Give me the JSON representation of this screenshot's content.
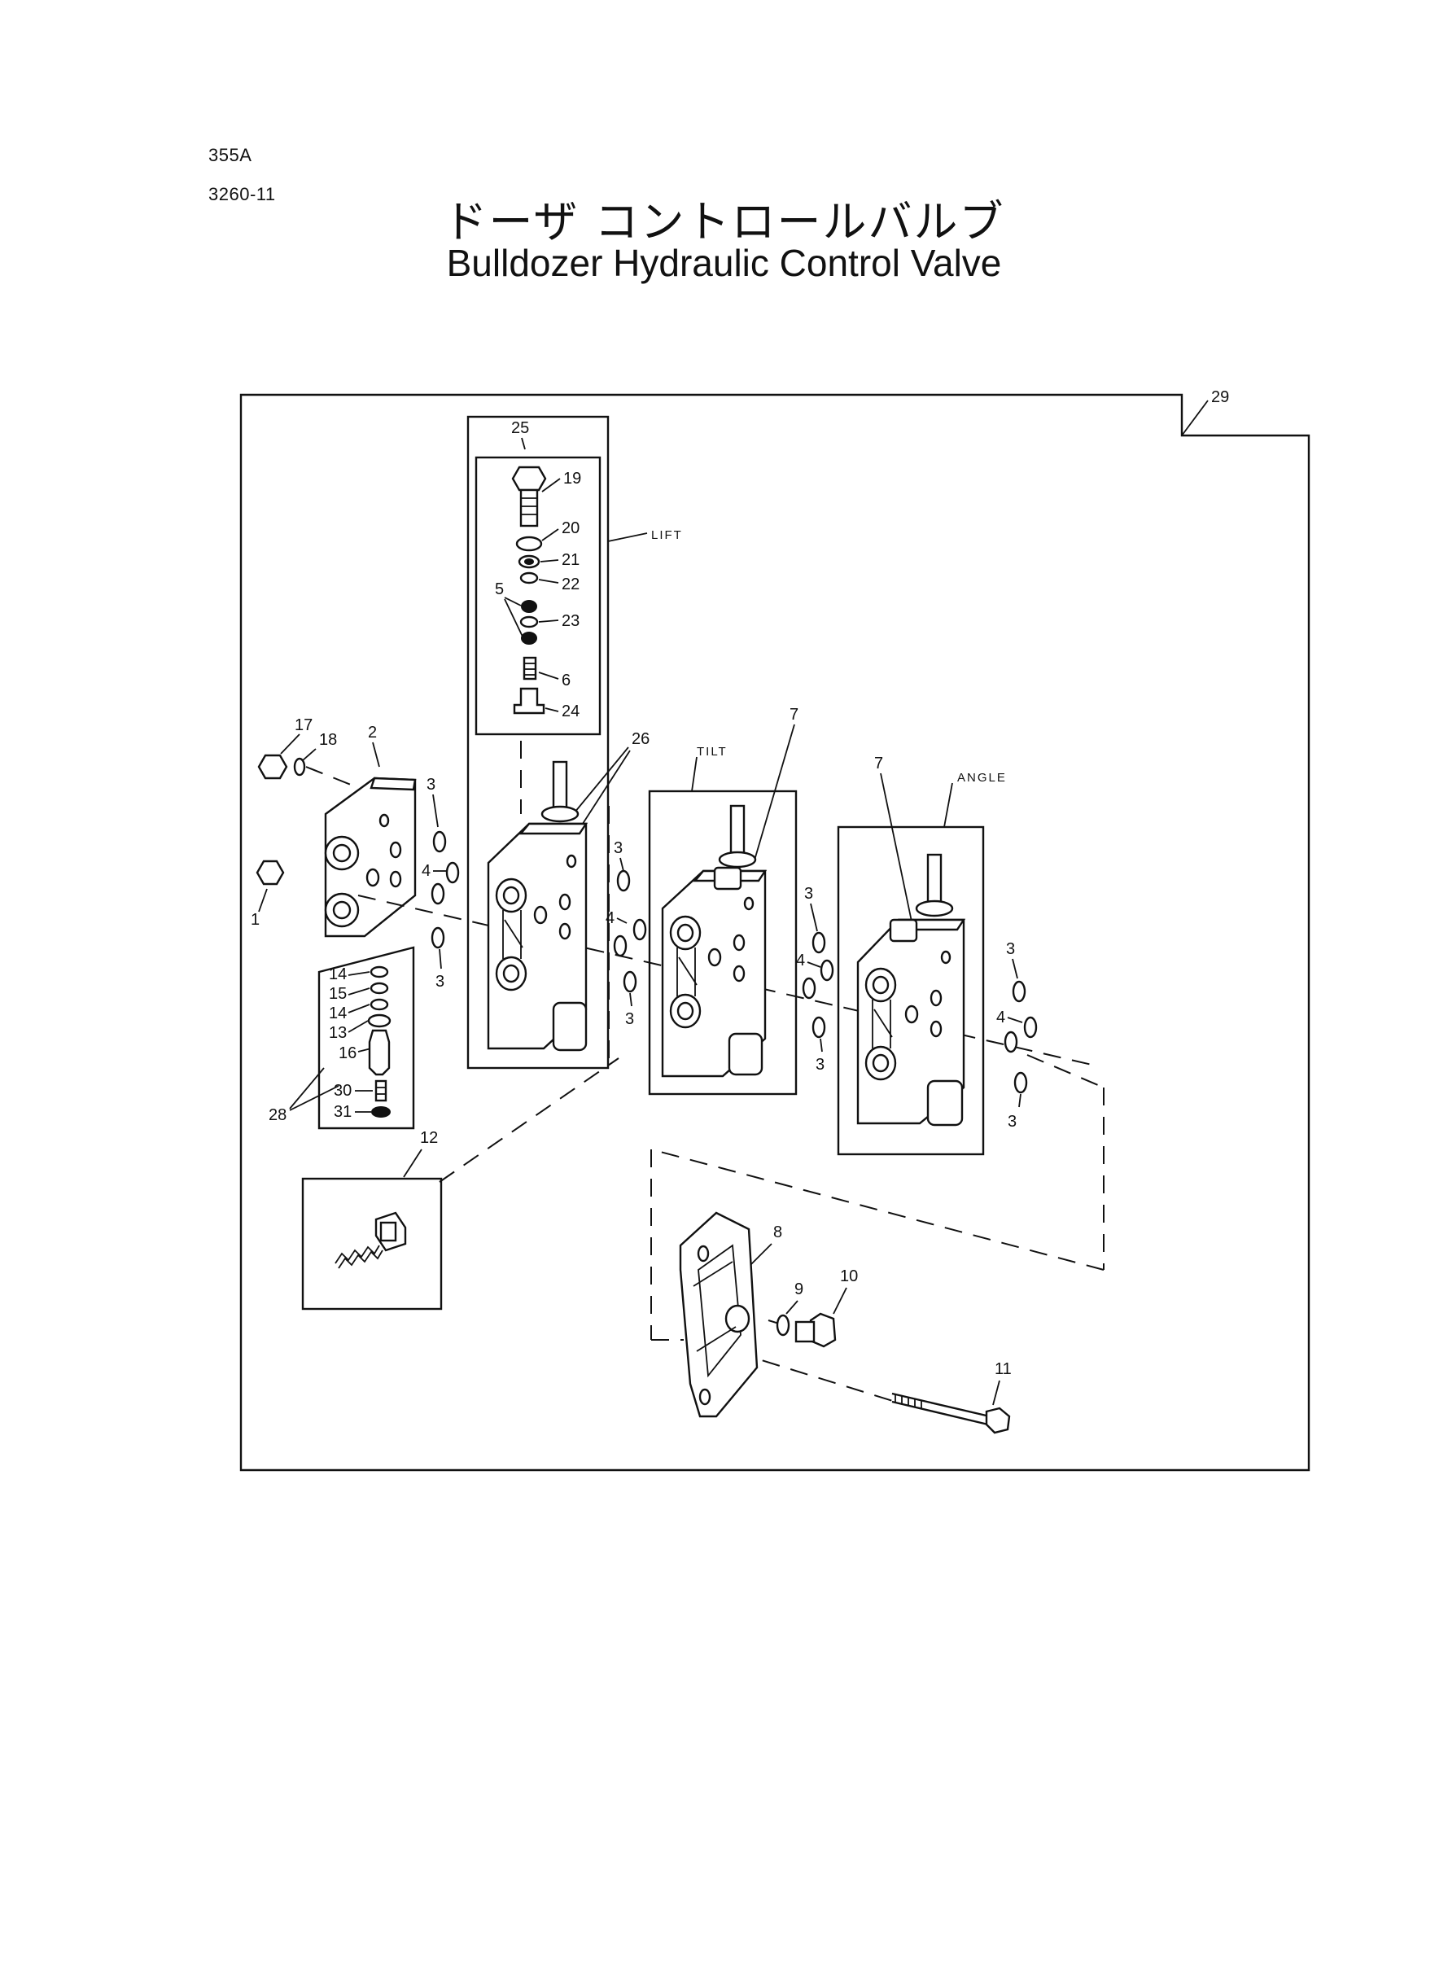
{
  "header": {
    "model": "355A",
    "section_code": "3260-11",
    "title_jp": "ドーザ コントロールバルブ",
    "title_en": "Bulldozer Hydraulic Control Valve"
  },
  "groups": {
    "lift": "LIFT",
    "tilt": "TILT",
    "angle": "ANGLE"
  },
  "callouts": {
    "c1": "1",
    "c2": "2",
    "c3": "3",
    "c4": "4",
    "c5": "5",
    "c6": "6",
    "c7": "7",
    "c8": "8",
    "c9": "9",
    "c10": "10",
    "c11": "11",
    "c12": "12",
    "c13": "13",
    "c14": "14",
    "c15": "15",
    "c16": "16",
    "c17": "17",
    "c18": "18",
    "c19": "19",
    "c20": "20",
    "c21": "21",
    "c22": "22",
    "c23": "23",
    "c24": "24",
    "c25": "25",
    "c26": "26",
    "c28": "28",
    "c29": "29",
    "c30": "30",
    "c31": "31"
  }
}
